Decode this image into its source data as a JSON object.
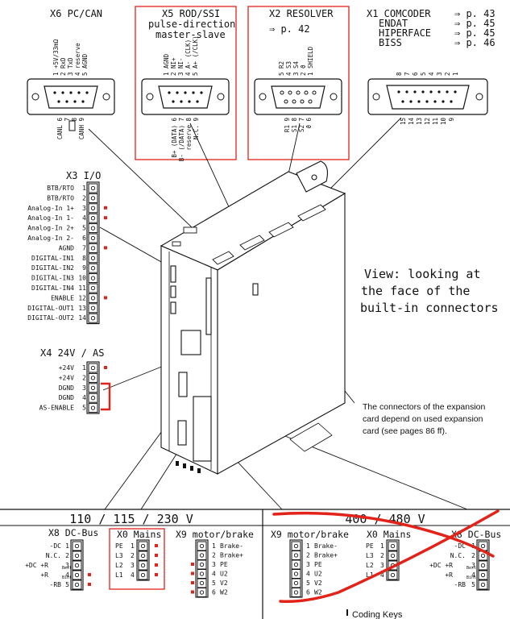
{
  "x6": {
    "title": "X6 PC/CAN",
    "pins_top": [
      "1 +5V/33mΩ",
      "2 RxD",
      "3 TxD",
      "4 reserve",
      "5 AGND"
    ],
    "pins_bottom": [
      "CANL 6",
      "7",
      "8",
      "CANH 9"
    ]
  },
  "x5": {
    "title": "X5 ROD/SSI",
    "sub1": "pulse-direction",
    "sub2": "master-slave",
    "pins_top": [
      "1 AGND",
      "2 NI+",
      "3 NI-",
      "4 A- (CLK)",
      "5 A+ (/CLK)"
    ],
    "pins_bottom": [
      "B+ (DATA) 6",
      "B- (/DATA) 7",
      "reserve 8",
      "N.C. 9"
    ]
  },
  "x2": {
    "title": "X2 RESOLVER",
    "ref": "⇒ p. 42",
    "pins_top": [
      "5 R2",
      "4 S3",
      "3 S4",
      "2 ϑ",
      "1 SHIELD"
    ],
    "pins_bottom": [
      "R1 9",
      "S1 8",
      "S2 7",
      "ϑ 6"
    ]
  },
  "x1": {
    "title": "X1 COMCODER",
    "rows": [
      {
        "name": "X1 COMCODER",
        "ref": "⇒ p. 43"
      },
      {
        "name": "ENDAT",
        "ref": "⇒ p. 45"
      },
      {
        "name": "HIPERFACE",
        "ref": "⇒ p. 45"
      },
      {
        "name": "BISS",
        "ref": "⇒ p. 46"
      }
    ],
    "pins_top": [
      "8",
      "7",
      "6",
      "5",
      "4",
      "3",
      "2",
      "1"
    ],
    "pins_bottom": [
      "15",
      "14",
      "13",
      "12",
      "11",
      "10",
      "9"
    ]
  },
  "x3": {
    "title": "X3 I/O",
    "pins": [
      {
        "label": "BTB/RTO",
        "n": "1",
        "marked": false
      },
      {
        "label": "BTB/RTO",
        "n": "2",
        "marked": false
      },
      {
        "label": "Analog-In 1+",
        "n": "3",
        "marked": true
      },
      {
        "label": "Analog-In 1-",
        "n": "4",
        "marked": true
      },
      {
        "label": "Analog-In 2+",
        "n": "5",
        "marked": false
      },
      {
        "label": "Analog-In 2-",
        "n": "6",
        "marked": false
      },
      {
        "label": "AGND",
        "n": "7",
        "marked": true
      },
      {
        "label": "DIGITAL-IN1",
        "n": "8",
        "marked": false
      },
      {
        "label": "DIGITAL-IN2",
        "n": "9",
        "marked": false
      },
      {
        "label": "DIGITAL-IN3",
        "n": "10",
        "marked": false
      },
      {
        "label": "DIGITAL-IN4",
        "n": "11",
        "marked": false
      },
      {
        "label": "ENABLE",
        "n": "12",
        "marked": true
      },
      {
        "label": "DIGITAL-OUT1",
        "n": "13",
        "marked": false
      },
      {
        "label": "DIGITAL-OUT2",
        "n": "14",
        "marked": false
      }
    ]
  },
  "x4": {
    "title": "X4 24V / AS",
    "pins": [
      {
        "label": "+24V",
        "n": "1",
        "marked": true
      },
      {
        "label": "+24V",
        "n": "2",
        "marked": false
      },
      {
        "label": "DGND",
        "n": "3",
        "marked": false
      },
      {
        "label": "DGND",
        "n": "4",
        "marked": false
      },
      {
        "label": "AS-ENABLE",
        "n": "5",
        "marked": false
      }
    ]
  },
  "view_note": [
    "View: looking at",
    "the face of the",
    "built-in connectors"
  ],
  "expansion_note": [
    "The connectors of the expansion",
    "card depend on used expansion",
    "card (see pages 86 ff)."
  ],
  "left_panel": {
    "header": "110 / 115 / 230 V",
    "x8": {
      "title": "X8 DC-Bus",
      "pins": [
        {
          "label": "-DC",
          "n": "1",
          "sub": "",
          "marked": false
        },
        {
          "label": "N.C.",
          "n": "2",
          "sub": "",
          "marked": false
        },
        {
          "label": "+DC +R",
          "n": "3",
          "sub": "Bext",
          "marked": false
        },
        {
          "label": "+R",
          "n": "4",
          "sub": "Bint",
          "marked": true
        },
        {
          "label": "-RB",
          "n": "5",
          "sub": "",
          "marked": true
        }
      ]
    },
    "x0": {
      "title": "X0 Mains",
      "pins": [
        {
          "label": "PE",
          "n": "1"
        },
        {
          "label": "L3",
          "n": "2"
        },
        {
          "label": "L2",
          "n": "3"
        },
        {
          "label": "L1",
          "n": "4"
        }
      ]
    },
    "x9": {
      "title": "X9 motor/brake",
      "pins": [
        {
          "n": "1",
          "label": "Brake-"
        },
        {
          "n": "2",
          "label": "Brake+"
        },
        {
          "n": "3",
          "label": "PE"
        },
        {
          "n": "4",
          "label": "U2"
        },
        {
          "n": "5",
          "label": "V2"
        },
        {
          "n": "6",
          "label": "W2"
        }
      ]
    }
  },
  "right_panel": {
    "header": "400 / 480 V",
    "x9": {
      "title": "X9 motor/brake",
      "pins": [
        {
          "n": "1",
          "label": "Brake-"
        },
        {
          "n": "2",
          "label": "Brake+"
        },
        {
          "n": "3",
          "label": "PE"
        },
        {
          "n": "4",
          "label": "U2"
        },
        {
          "n": "5",
          "label": "V2"
        },
        {
          "n": "6",
          "label": "W2"
        }
      ]
    },
    "x0": {
      "title": "X0 Mains",
      "pins": [
        {
          "label": "PE",
          "n": "1"
        },
        {
          "label": "L3",
          "n": "2"
        },
        {
          "label": "L2",
          "n": "3"
        },
        {
          "label": "L1",
          "n": "4"
        }
      ]
    },
    "x8": {
      "title": "X8 DC-Bus",
      "pins": [
        {
          "label": "-DC",
          "n": "1",
          "sub": ""
        },
        {
          "label": "N.C.",
          "n": "2",
          "sub": ""
        },
        {
          "label": "+DC +R",
          "n": "3",
          "sub": "Bext"
        },
        {
          "label": "+R",
          "n": "4",
          "sub": "Bint"
        },
        {
          "label": "-RB",
          "n": "5",
          "sub": ""
        }
      ]
    },
    "coding_keys": "Coding Keys"
  },
  "colors": {
    "red": "#e2231a",
    "line": "#111111"
  }
}
